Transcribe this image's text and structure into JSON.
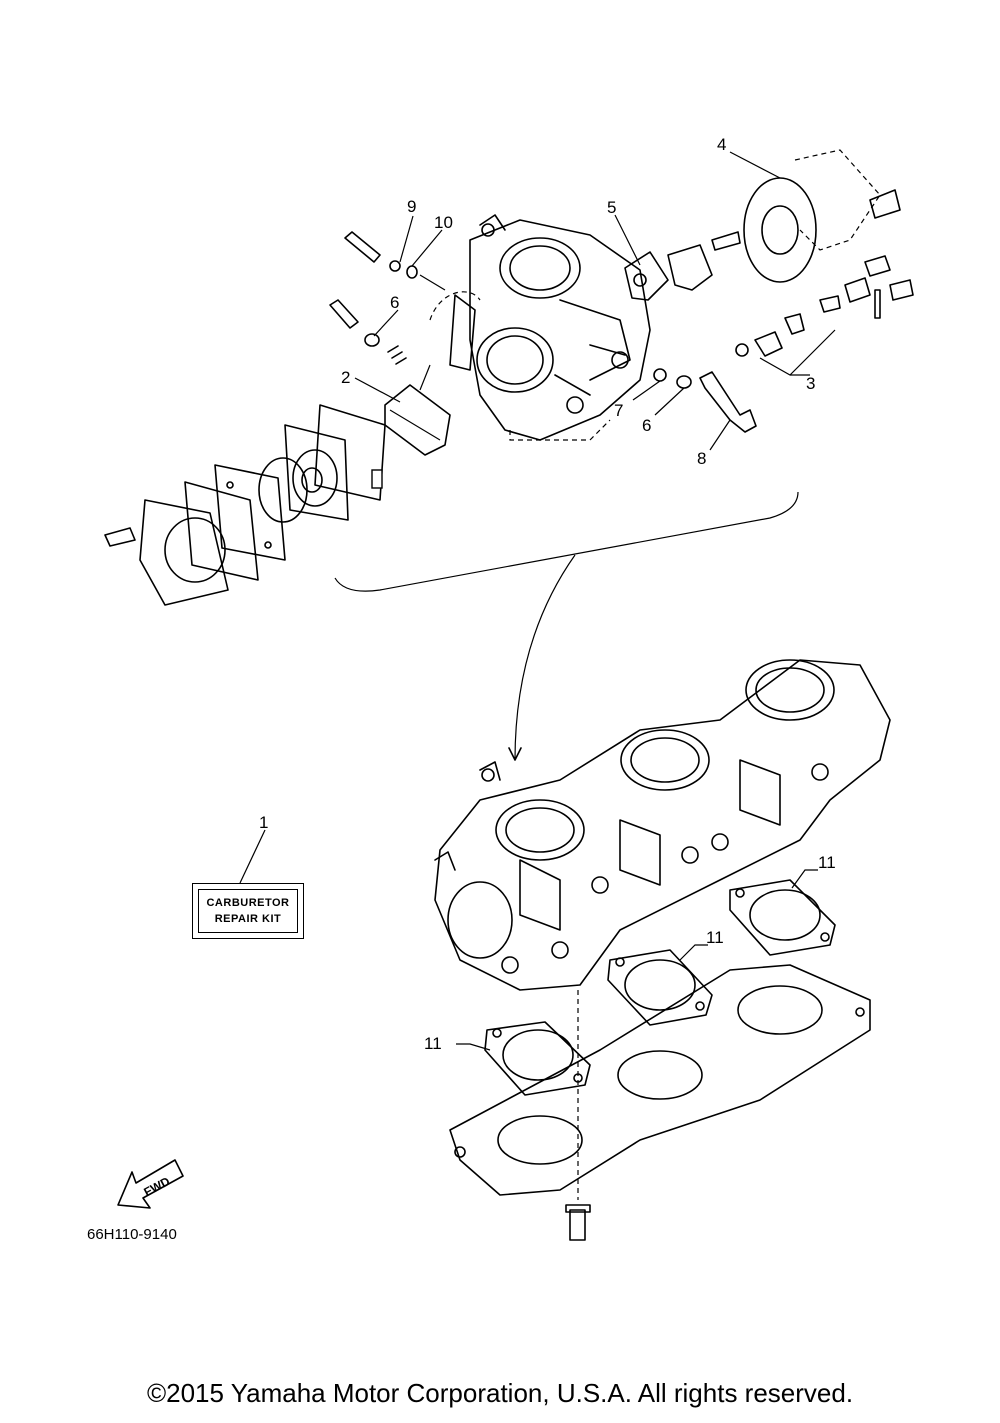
{
  "callouts": {
    "c1": "1",
    "c2": "2",
    "c3": "3",
    "c4": "4",
    "c5": "5",
    "c6a": "6",
    "c6b": "6",
    "c7": "7",
    "c8": "8",
    "c9": "9",
    "c10": "10",
    "c11a": "11",
    "c11b": "11",
    "c11c": "11"
  },
  "kit_label": {
    "line1": "CARBURETOR",
    "line2": "REPAIR KIT"
  },
  "fwd_arrow": "FWD",
  "diagram_code": "66H110-9140",
  "copyright": "©2015 Yamaha Motor Corporation, U.S.A. All rights reserved."
}
